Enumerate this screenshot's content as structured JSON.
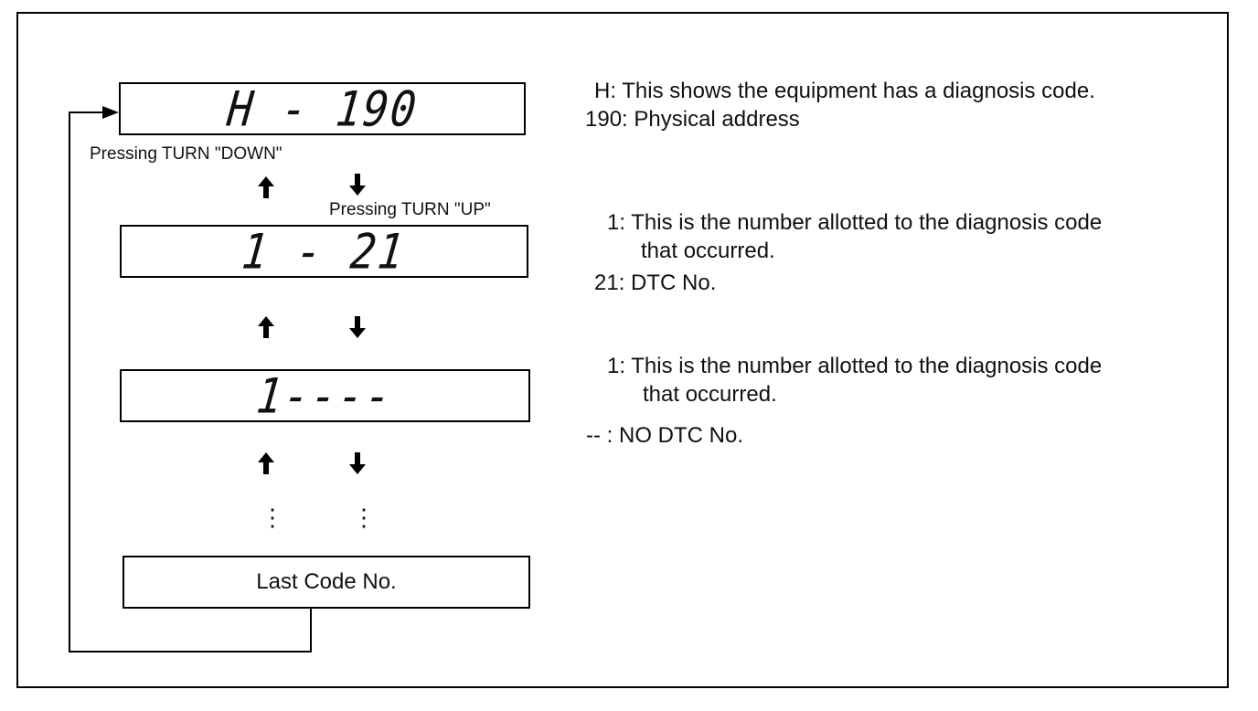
{
  "displays": {
    "d1": "H - 190",
    "d2": "1 - 21",
    "d3": "1----",
    "last": "Last Code No."
  },
  "labels": {
    "down": "Pressing TURN \"DOWN\"",
    "up": "Pressing TURN \"UP\"",
    "ellipsis": "⋮"
  },
  "notes": {
    "n1_line1": " H: This shows the equipment has a diagnosis  code.",
    "n1_line2": "190: Physical address",
    "n2_line1": "1: This is the number allotted to the diagnosis code",
    "n2_line2": "that occurred.",
    "n2_line3": "21: DTC No.",
    "n3_line1": "1: This is the number allotted to the diagnosis code",
    "n3_line2": "that occurred.",
    "n3_line3": "-- : NO DTC No."
  },
  "icons": {
    "up_arrow": "arrow-up-icon",
    "down_arrow": "arrow-down-icon"
  }
}
